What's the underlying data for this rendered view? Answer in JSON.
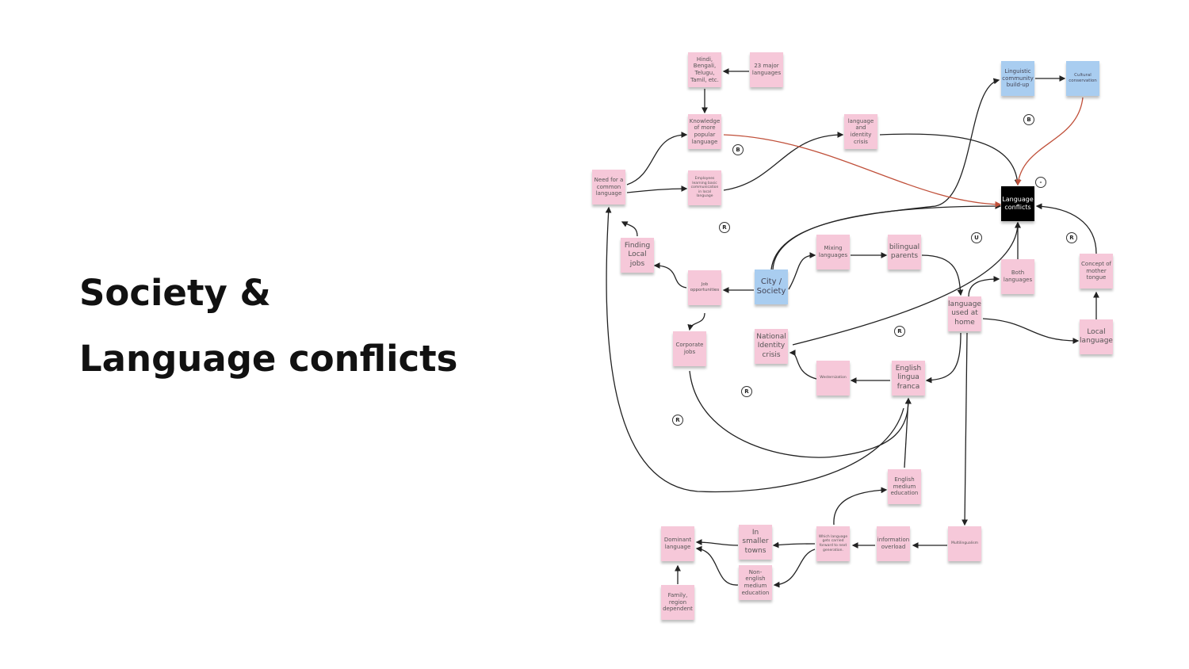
{
  "slide": {
    "title_line1": "Society &",
    "title_line2": "Language conflicts"
  },
  "colors": {
    "note_pink": "#f6c8d9",
    "note_blue": "#a9cdf0",
    "central": "#000000",
    "negative_link": "#c0503a"
  },
  "notes": {
    "hindi": "Hindi, Bengali, Telugu, Tamil, etc.",
    "major23": "23 major languages",
    "knowledge": "Knowledge of more popular language",
    "identity_crisis": "language and identity crisis",
    "employees": "Employees learning basic communication in local language",
    "need_common": "Need for a common language",
    "linguistic_community": "Linguistic community build-up",
    "cultural_conservation": "Cultural conservation",
    "language_conflicts": "Language conflicts",
    "finding_jobs": "Finding Local jobs",
    "job_opportunities": "Job opportunities",
    "city_society": "City / Society",
    "mixing": "Mixing languages",
    "bilingual": "bilingual parents",
    "both_languages": "Both languages",
    "mother_tongue": "Concept of mother tongue",
    "used_home": "language used at home",
    "local_language": "Local language",
    "corporate_jobs": "Corporate jobs",
    "national_identity": "National Identity crisis",
    "westernization": "Westernization",
    "english_lingua": "English lingua franca",
    "english_medium": "English medium education",
    "multilingualism": "Multilingualism",
    "info_overload": "information overload",
    "which_language": "Which language gets carried forward to next generation.",
    "smaller_towns": "In smaller towns",
    "non_english": "Non-english medium education",
    "dominant": "Dominant language",
    "family_region": "Family, region dependent"
  },
  "loops": [
    "B",
    "B",
    "R",
    "U",
    "R",
    "-",
    "R",
    "R",
    "R"
  ]
}
